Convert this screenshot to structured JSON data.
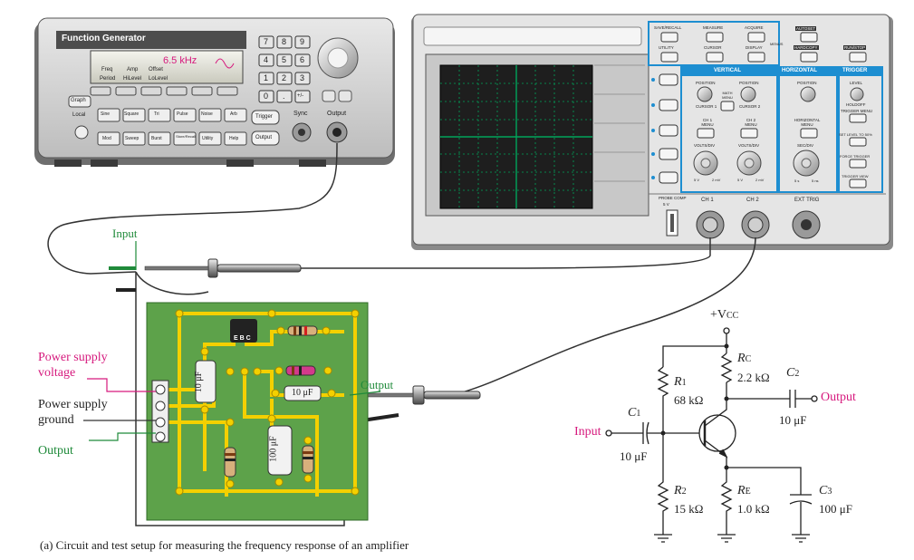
{
  "caption": "(a) Circuit and test setup for measuring the frequency response of an amplifier",
  "function_generator": {
    "title": "Function Generator",
    "display_value": "6.5 kHz",
    "display_labels": [
      "Freq",
      "Amp",
      "Offset"
    ],
    "sub_labels": [
      "Period",
      "HiLevel",
      "LoLevel"
    ],
    "graph_label": "Graph",
    "local_label": "Local",
    "wave_buttons": [
      "Sine",
      "Square",
      "Tri",
      "Pulse",
      "Noise",
      "Arb"
    ],
    "mode_buttons": [
      "Mod",
      "Sweep",
      "Burst",
      "Store/Recall",
      "Utility",
      "Help"
    ],
    "keypad": [
      "7",
      "8",
      "9",
      "4",
      "5",
      "6",
      "1",
      "2",
      "3",
      "0",
      ".",
      "+/-"
    ],
    "trigger_label": "Trigger",
    "output_button_label": "Output",
    "sync_label": "Sync",
    "output_label": "Output"
  },
  "oscilloscope": {
    "menu_buttons": [
      "SAVE/RECALL",
      "MEASURE",
      "ACQUIRE",
      "UTILITY",
      "CURSOR",
      "DISPLAY"
    ],
    "menus_label": "MENUS",
    "autoset_label": "AUTOSET",
    "hardcopy_label": "HARDCOPY",
    "runstop_label": "RUN/STOP",
    "vertical_label": "VERTICAL",
    "horizontal_label": "HORIZONTAL",
    "trigger_label": "TRIGGER",
    "position_label": "POSITION",
    "cursor1_label": "CURSOR 1",
    "cursor2_label": "CURSOR 2",
    "math_menu_label": "MATH MENU",
    "ch1_menu": "CH 1 MENU",
    "ch2_menu": "CH 2 MENU",
    "volts_div": "VOLTS/DIV",
    "horizontal_menu": "HORIZONTAL MENU",
    "sec_div": "SEC/DIV",
    "level_label": "LEVEL",
    "holdoff_label": "HOLDOFF",
    "trigger_menu": "TRIGGER MENU",
    "set_level": "SET LEVEL TO 50%",
    "force_trigger": "FORCE TRIGGER",
    "trigger_view": "TRIGGER VIEW",
    "probe_comp": "PROBE COMP",
    "probe_comp_v": "5 V",
    "ch1": "CH 1",
    "ch2": "CH 2",
    "ext_trig": "EXT TRIG",
    "knob_range_a": "5 V",
    "knob_range_b": "2 mV",
    "sec_range_a": "5 s",
    "sec_range_b": "5 ns"
  },
  "labels": {
    "input": "Input",
    "power_supply_voltage": [
      "Power supply",
      "voltage"
    ],
    "power_supply_ground": [
      "Power supply",
      "ground"
    ],
    "output_left": "Output",
    "output_probe": "Output"
  },
  "board": {
    "transistor": "E B C",
    "cap_10uF_a": "10 μF",
    "cap_10uF_b": "10 μF",
    "cap_100uF": "100 μF"
  },
  "schematic": {
    "vcc": "+V",
    "vcc_sub": "CC",
    "r1_name": "R",
    "r1_sub": "1",
    "r1_value": "68 kΩ",
    "rc_name": "R",
    "rc_sub": "C",
    "rc_value": "2.2 kΩ",
    "c2_name": "C",
    "c2_sub": "2",
    "c2_value": "10 μF",
    "c1_name": "C",
    "c1_sub": "1",
    "c1_value": "10 μF",
    "r2_name": "R",
    "r2_sub": "2",
    "r2_value": "15 kΩ",
    "re_name": "R",
    "re_sub": "E",
    "re_value": "1.0 kΩ",
    "c3_name": "C",
    "c3_sub": "3",
    "c3_value": "100 μF",
    "input": "Input",
    "output": "Output"
  },
  "colors": {
    "accent_magenta": "#d6197d",
    "accent_green": "#1f8a3a",
    "board_green": "#5da24a",
    "trace_yellow": "#f4d000",
    "menu_blue": "#1d8ed1",
    "screen_green": "#00a45a"
  }
}
